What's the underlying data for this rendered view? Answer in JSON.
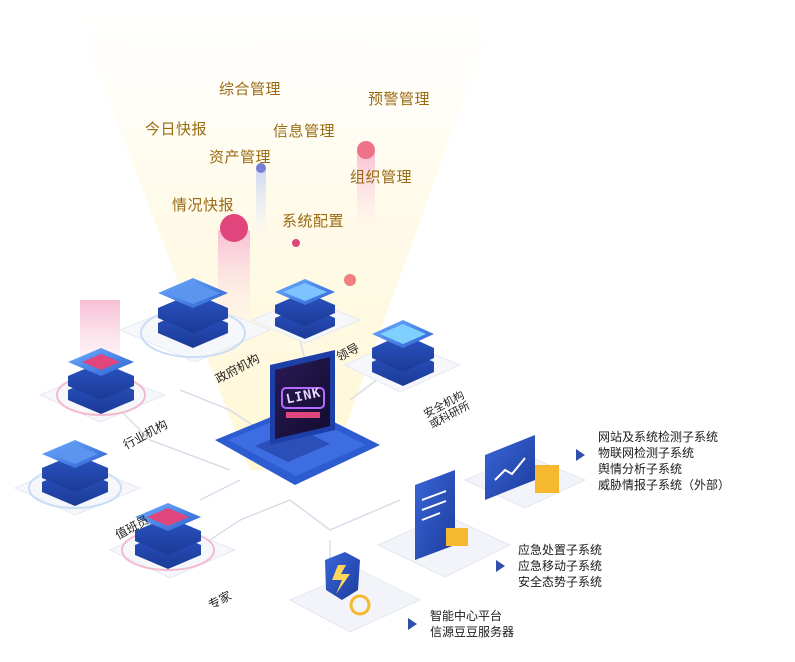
{
  "modules": {
    "m1": "综合管理",
    "m2": "预警管理",
    "m3": "今日快报",
    "m4": "信息管理",
    "m5": "资产管理",
    "m6": "组织管理",
    "m7": "情况快报",
    "m8": "系统配置"
  },
  "nodes": {
    "gov": "政府机构",
    "leader": "领导",
    "security": "安全机构或科研所",
    "industry": "行业机构",
    "duty": "值班员",
    "expert": "专家"
  },
  "laptop_logo": "LINK",
  "systems": {
    "group1": [
      "网站及系统检测子系统",
      "物联网检测子系统",
      "舆情分析子系统",
      "威胁情报子系统（外部）"
    ],
    "group2": [
      "应急处置子系统",
      "应急移动子系统",
      "安全态势子系统"
    ],
    "group3": [
      "智能中心平台",
      "信源豆豆服务器"
    ]
  },
  "colors": {
    "module_text": "#9a6a12",
    "node_blue": "#3a6fd6",
    "accent_pink": "#e0457b",
    "arrow": "#2f4fa8",
    "beam": "#fff3c4"
  }
}
